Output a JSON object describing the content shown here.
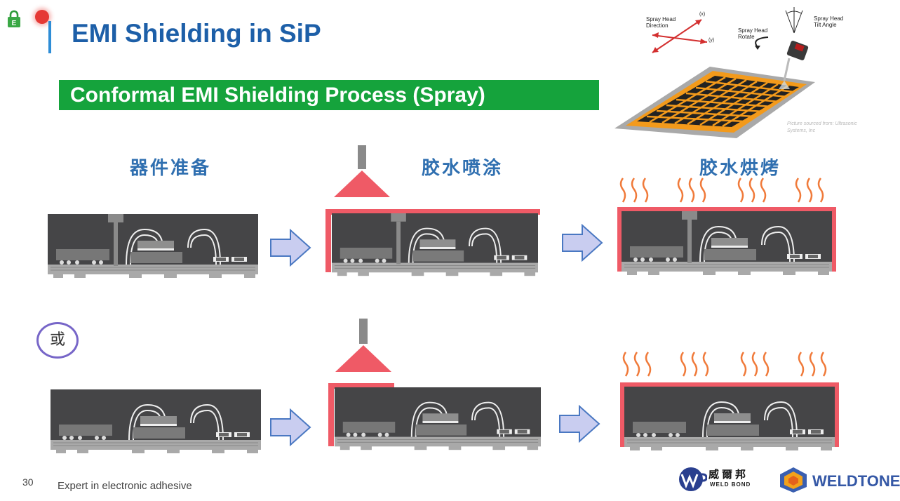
{
  "title": "EMI Shielding in SiP",
  "banner": "Conformal EMI Shielding Process (Spray)",
  "steps": [
    "器件准备",
    "胶水喷涂",
    "胶水烘烤"
  ],
  "or_label": "或",
  "spray_diagram": {
    "direction_label": "Spray Head\nDirection",
    "rotate_label": "Spray Head\nRotate",
    "tilt_label": "Spray Head\nTilt Angle",
    "axis_x": "(x)",
    "axis_y": "(y)",
    "credit": "Picture sourced from: Ultrasonic Systems, Inc"
  },
  "footer": {
    "page_number": "30",
    "tagline": "Expert in electronic adhesive",
    "weldbond_cn": "威爾邦",
    "weldbond_en": "WELD BOND",
    "weldtone": "WELDTONE"
  },
  "colors": {
    "title": "#1d5fa8",
    "banner_bg": "#15a33c",
    "shield_coating": "#ef5a66",
    "heat_wave": "#f07a3a",
    "arrow_fill": "#c9cdf0",
    "mold": "#454547"
  }
}
